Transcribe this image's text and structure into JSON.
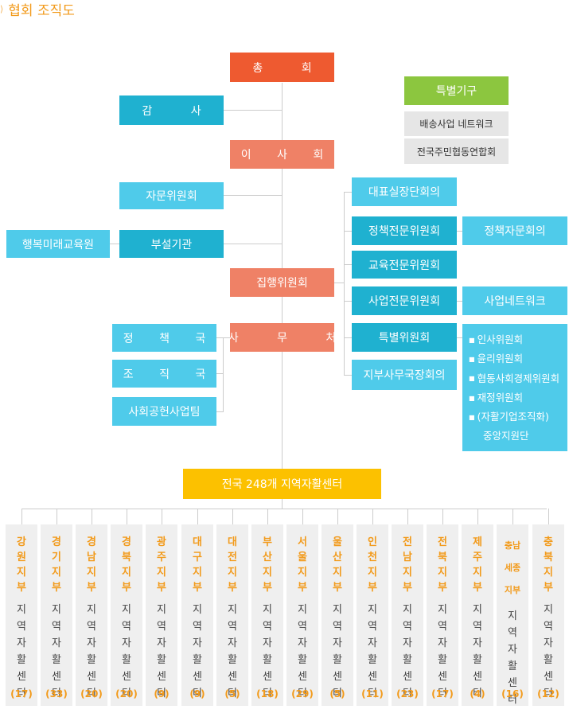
{
  "page_title": "협회 조직도",
  "chart_data": {
    "type": "org-chart",
    "top": {
      "general_assembly": "총  회",
      "audit": "감  사",
      "board": "이 사 회",
      "advisory": "자문위원회",
      "affiliate": "부설기관",
      "affiliate_child": "행복미래교육원",
      "executive": "집행위원회",
      "secretariat": "사 무 처"
    },
    "special_org": {
      "title": "특별기구",
      "items": [
        "배송사업 네트워크",
        "전국주민협동연합회"
      ]
    },
    "committees": [
      "대표실장단회의",
      "정책전문위원회",
      "교육전문위원회",
      "사업전문위원회",
      "특별위원회",
      "지부사무국장회의"
    ],
    "policy_council": "정책자문회의",
    "business_network": "사업네트워크",
    "special_committees": [
      "인사위원회",
      "윤리위원회",
      "협동사회경제위원회",
      "재정위원회",
      "(자활기업조직화)"
    ],
    "special_committees_cont": "중앙지원단",
    "departments": [
      "정 책 국",
      "조 직 국",
      "사회공헌사업팀"
    ],
    "centers_title": "전국 248개 지역자활센터",
    "center_suffix": "지역자활센터",
    "branches": [
      {
        "name": "강원지부",
        "count": "(17)"
      },
      {
        "name": "경기지부",
        "count": "(33)"
      },
      {
        "name": "경남지부",
        "count": "(20)"
      },
      {
        "name": "경북지부",
        "count": "(20)"
      },
      {
        "name": "광주지부",
        "count": "(9)"
      },
      {
        "name": "대구지부",
        "count": "(9)"
      },
      {
        "name": "대전지부",
        "count": "(5)"
      },
      {
        "name": "부산지부",
        "count": "(18)"
      },
      {
        "name": "서울지부",
        "count": "(29)"
      },
      {
        "name": "울산지부",
        "count": "(5)"
      },
      {
        "name": "인천지부",
        "count": "(11)"
      },
      {
        "name": "전남지부",
        "count": "(23)"
      },
      {
        "name": "전북지부",
        "count": "(17)"
      },
      {
        "name": "제주지부",
        "count": "(4)"
      },
      {
        "name": "충남세종지부",
        "count": "(16)"
      },
      {
        "name": "충북지부",
        "count": "(12)"
      }
    ]
  },
  "colors": {
    "orange": "#ee5a30",
    "salmon": "#ef8166",
    "cyan": "#1fb1d0",
    "light_cyan": "#4fcbea",
    "green": "#8cc63f",
    "yellow": "#fcc100",
    "accent_text": "#f29a1a"
  }
}
